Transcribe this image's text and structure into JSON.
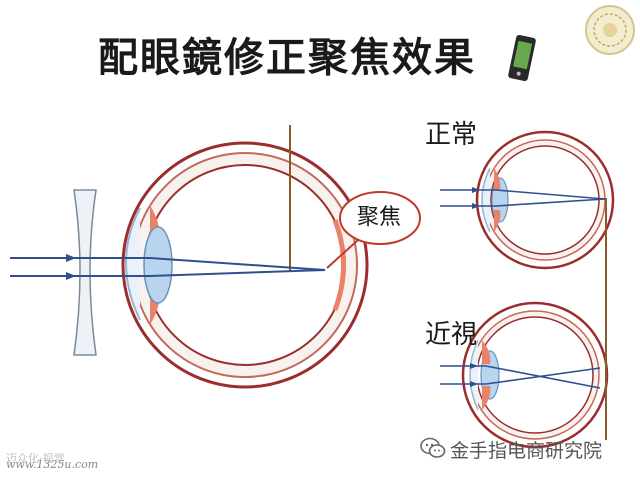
{
  "title": "配眼鏡修正聚焦效果",
  "labels": {
    "focus": "聚焦",
    "normal": "正常",
    "myopia": "近視"
  },
  "watermarks": {
    "site": "www.1325u.com",
    "left_overlay": "迈众化·视觉",
    "account": "金手指电商研究院"
  },
  "icons": {
    "seal": "decorative-seal-icon",
    "phone": "phone-icon",
    "wechat": "wechat-icon"
  },
  "colors": {
    "eye_outline": "#9b2d2d",
    "eye_tissue": "#e8836a",
    "lens": "#b9d4ee",
    "ray": "#2f4f8f",
    "retina_line": "#8a5a2b",
    "focus_callout": "#c0392b"
  }
}
